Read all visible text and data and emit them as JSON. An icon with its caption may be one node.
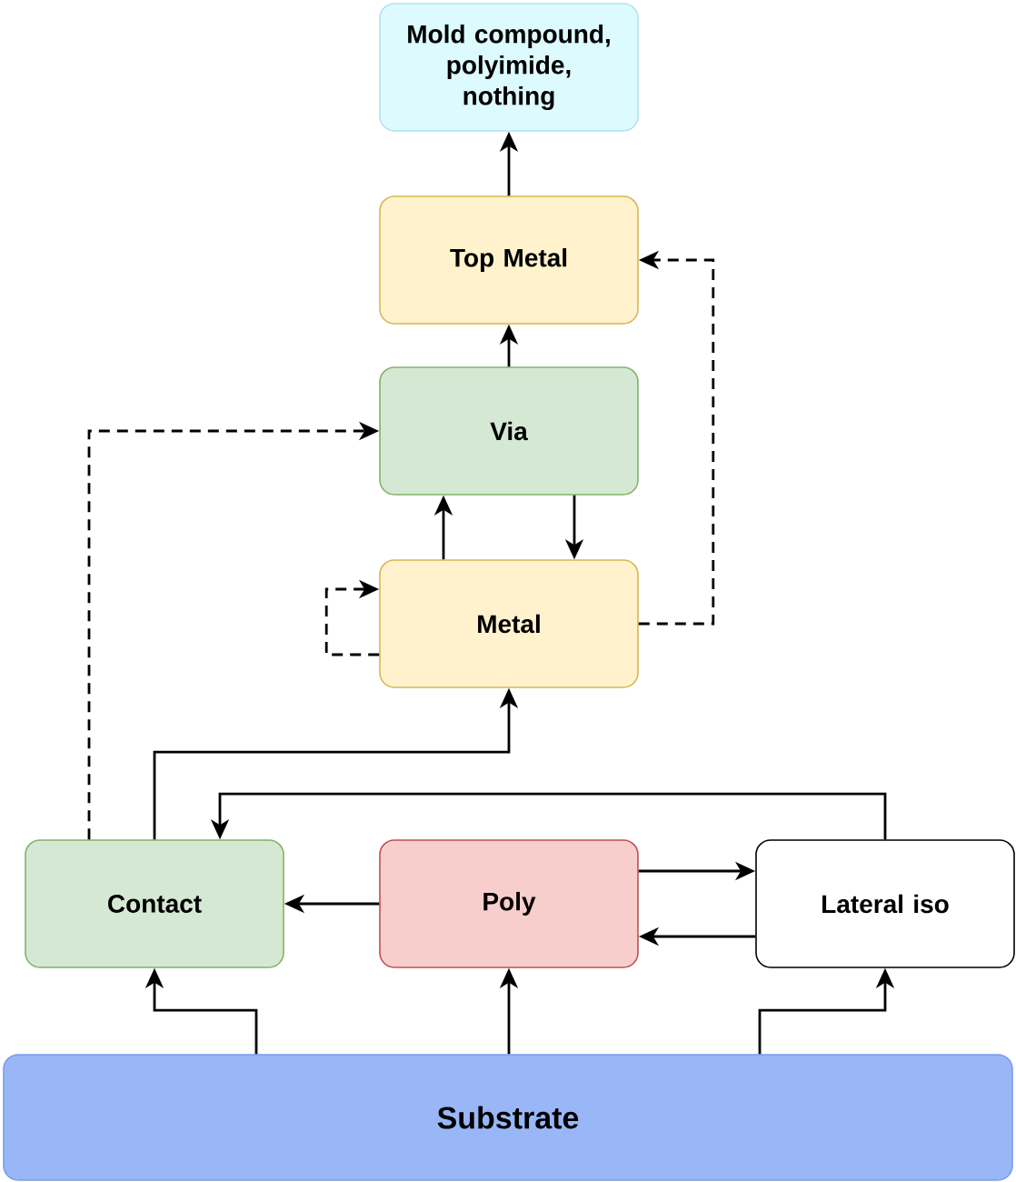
{
  "diagram": {
    "nodes": [
      {
        "text": [
          "Mold compound, polyimide, nothing"
        ]
      },
      {
        "text": [
          "Top Metal"
        ]
      },
      {
        "text": [
          "Via"
        ]
      },
      {
        "text": [
          "Metal"
        ]
      },
      {
        "text": [
          "Contact"
        ]
      },
      {
        "text": [
          "Poly"
        ]
      },
      {
        "text": [
          "Lateral iso"
        ]
      },
      {
        "text": [
          "Substrate"
        ]
      }
    ],
    "edges": [
      {
        "from": 1,
        "to": 0,
        "arrow": "to"
      },
      {
        "from": 2,
        "to": 1,
        "arrow": "to"
      },
      {
        "from": 3,
        "to": 2,
        "arrow": "to"
      },
      {
        "from": 2,
        "to": 3,
        "arrow": "to"
      },
      {
        "from": 3,
        "to": 3,
        "arrow": "to",
        "style": "dashed"
      },
      {
        "from": 3,
        "to": 1,
        "arrow": "to",
        "style": "dashed"
      },
      {
        "from": 4,
        "to": 2,
        "arrow": "to",
        "style": "dashed"
      },
      {
        "from": 4,
        "to": 3,
        "arrow": "to"
      },
      {
        "from": 6,
        "to": 4,
        "arrow": "to"
      },
      {
        "from": 5,
        "to": 4,
        "arrow": "to"
      },
      {
        "from": 5,
        "to": 6,
        "arrow": "to"
      },
      {
        "from": 6,
        "to": 5,
        "arrow": "to"
      },
      {
        "from": 7,
        "to": 4,
        "arrow": "to"
      },
      {
        "from": 7,
        "to": 5,
        "arrow": "to"
      },
      {
        "from": 7,
        "to": 6,
        "arrow": "to"
      }
    ]
  }
}
